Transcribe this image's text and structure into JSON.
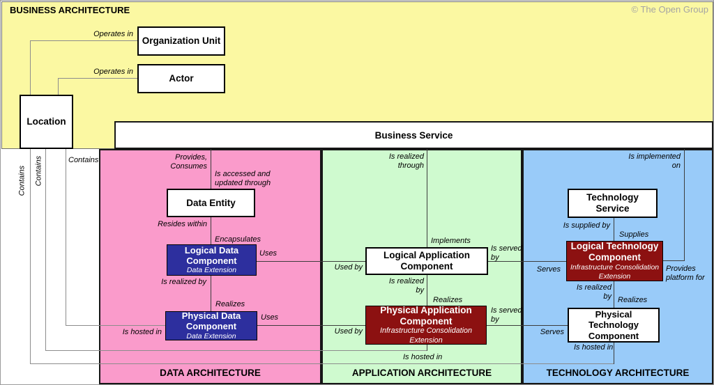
{
  "header": {
    "title": "BUSINESS ARCHITECTURE",
    "copyright": "© The Open Group"
  },
  "regions": {
    "business": {
      "color": "#fbf8a2"
    },
    "data": {
      "title": "DATA ARCHITECTURE",
      "color": "#fa9bcb"
    },
    "application": {
      "title": "APPLICATION ARCHITECTURE",
      "color": "#cffacf"
    },
    "technology": {
      "title": "TECHNOLOGY ARCHITECTURE",
      "color": "#99cbf9"
    }
  },
  "nodes": {
    "organization_unit": "Organization Unit",
    "actor": "Actor",
    "location": "Location",
    "business_service": "Business Service",
    "data_entity": "Data Entity",
    "logical_data_component": "Logical Data Component",
    "physical_data_component": "Physical Data Component",
    "logical_application_component": "Logical Application Component",
    "physical_application_component": "Physical Application Component",
    "technology_service": "Technology Service",
    "logical_technology_component": "Logical Technology Component",
    "physical_technology_component": "Physical Technology Component"
  },
  "extensions": {
    "data": "Data Extension",
    "infrastructure": "Infrastructure Consolidation Extension"
  },
  "node_colors": {
    "logical_physical_data": "#2d2f9e",
    "extension_components": "#8c1111"
  },
  "relationships": {
    "operates_in": "Operates in",
    "contains": "Contains",
    "provides_consumes": "Provides, Consumes",
    "is_accessed_and_updated_through": "Is accessed and updated through",
    "resides_within": "Resides within",
    "encapsulates": "Encapsulates",
    "uses": "Uses",
    "used_by": "Used by",
    "is_realized_by": "Is realized by",
    "realizes": "Realizes",
    "is_hosted_in": "Is hosted in",
    "is_realized_through": "Is realized through",
    "implements": "Implements",
    "is_served_by": "Is served by",
    "serves": "Serves",
    "is_implemented_on": "Is implemented on",
    "provides_platform_for": "Provides platform for",
    "is_supplied_by": "Is supplied by",
    "supplies": "Supplies"
  }
}
